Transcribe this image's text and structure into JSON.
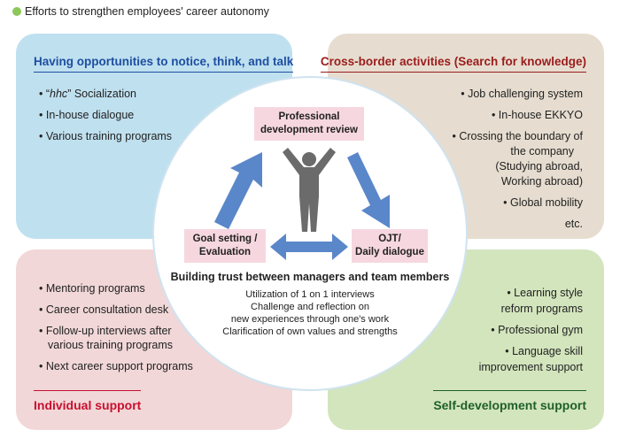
{
  "title": "Efforts to strengthen employees' career autonomy",
  "colors": {
    "title_dot": "#8dc75a",
    "top_left_bg": "#bfe0ef",
    "top_right_bg": "#e6ddd0",
    "bottom_left_bg": "#f1d7d8",
    "bottom_right_bg": "#d3e5bd",
    "arrow": "#5a87c9",
    "pink_box": "#f6d7e0"
  },
  "top_left": {
    "title": "Having opportunities to notice, think, and talk",
    "items": [
      {
        "prefix": "“",
        "emph": "hhc",
        "suffix": "” Socialization"
      },
      {
        "text": "In-house dialogue"
      },
      {
        "text": "Various training programs"
      }
    ]
  },
  "top_right": {
    "title": "Cross-border activities (Search for knowledge)",
    "items": [
      "• Job challenging system",
      "• In-house EKKYO",
      "• Crossing the boundary of",
      "the company",
      "(Studying abroad,",
      "Working abroad)",
      "• Global mobility",
      "etc."
    ]
  },
  "bottom_left": {
    "title": "Individual support",
    "items": [
      "Mentoring programs",
      "Career consultation desk",
      "Follow-up interviews after",
      "Next career support programs"
    ],
    "item3_line2": "various training programs"
  },
  "bottom_right": {
    "title": "Self-development support",
    "items": [
      "• Learning style",
      "reform programs",
      "• Professional gym",
      "• Language skill",
      "improvement support"
    ]
  },
  "center": {
    "top_box": {
      "line1": "Professional",
      "line2": "development review"
    },
    "left_box": {
      "line1": "Goal setting /",
      "line2": "Evaluation"
    },
    "right_box": {
      "line1": "OJT/",
      "line2": "Daily dialogue"
    },
    "heading": "Building trust between managers and team members",
    "lines": [
      "Utilization of 1 on 1 interviews",
      "Challenge and reflection on",
      "new experiences through one's work",
      "Clarification of own values and strengths"
    ],
    "figure_icon": "person-raising-arms-icon"
  }
}
